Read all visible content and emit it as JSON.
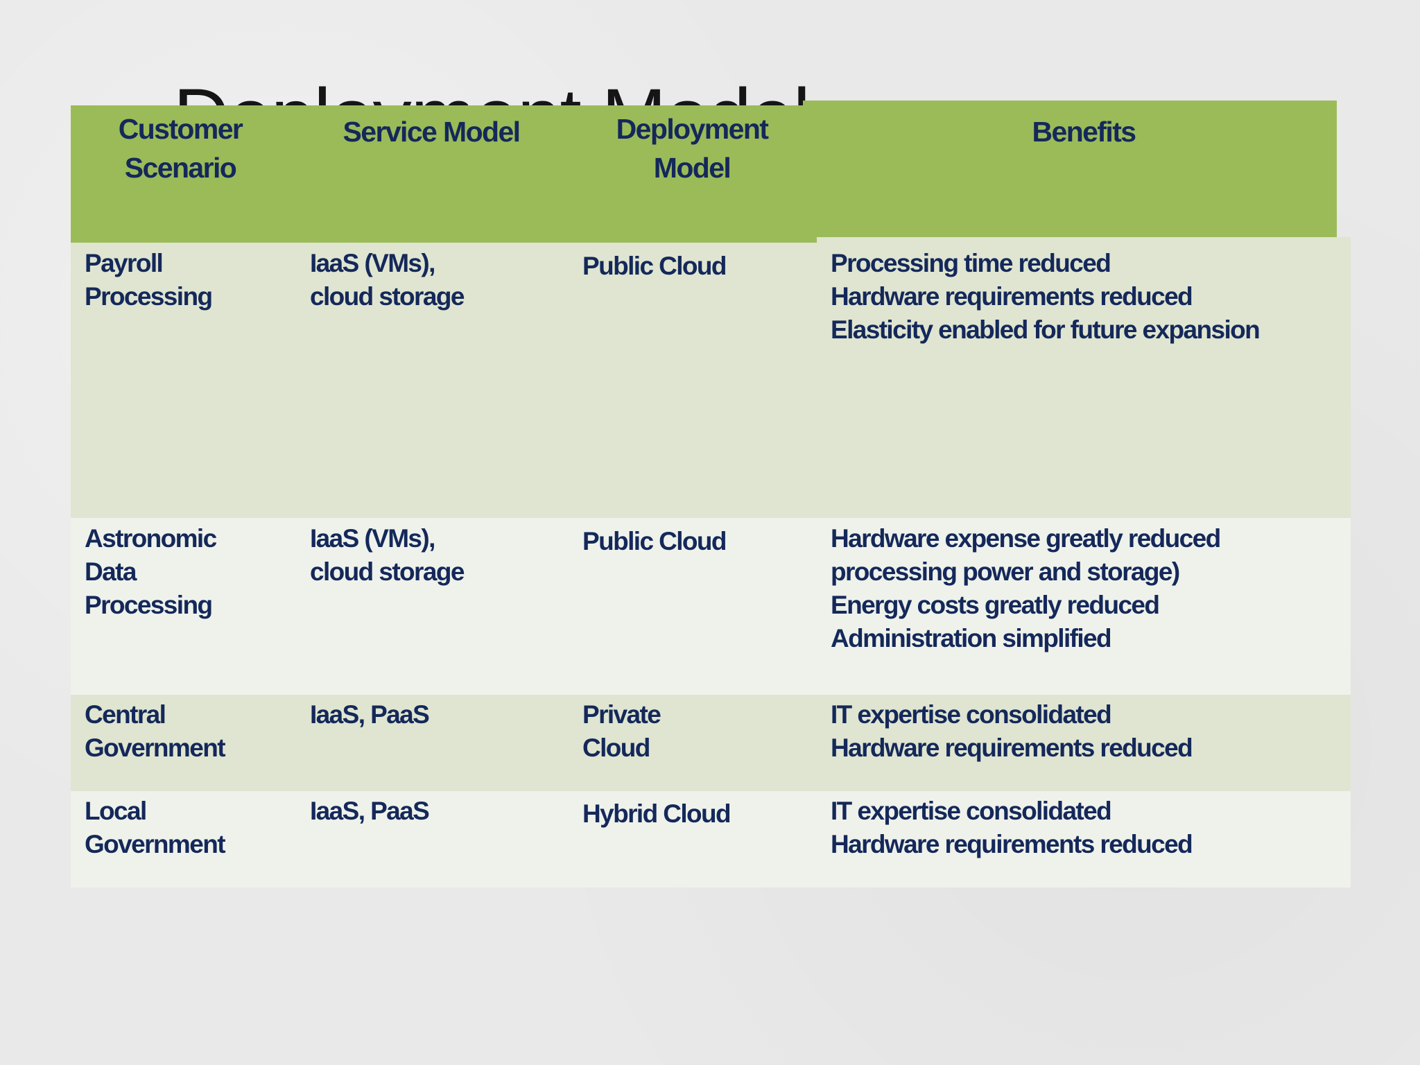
{
  "slide": {
    "title": "Deployment Models"
  },
  "table": {
    "headers": {
      "customer_scenario": [
        "Customer",
        "Scenario"
      ],
      "service_model": [
        "Service Model"
      ],
      "deployment_model": [
        "Deployment",
        "Model"
      ],
      "benefits": [
        "Benefits"
      ]
    },
    "rows": [
      {
        "scenario": [
          "Payroll",
          "Processing"
        ],
        "service": [
          "IaaS (VMs),",
          "cloud storage"
        ],
        "deployment": [
          "Public Cloud"
        ],
        "benefits": [
          "Processing time reduced",
          "Hardware requirements reduced",
          "Elasticity enabled for future expansion"
        ]
      },
      {
        "scenario": [
          "Astronomic",
          "Data",
          "Processing"
        ],
        "service": [
          "IaaS (VMs),",
          "cloud storage"
        ],
        "deployment": [
          "Public Cloud"
        ],
        "benefits": [
          "Hardware expense greatly reduced",
          "processing power and storage)",
          "Energy costs greatly reduced",
          "Administration simplified"
        ]
      },
      {
        "scenario": [
          "Central",
          "Government"
        ],
        "service": [
          "IaaS, PaaS"
        ],
        "deployment": [
          "Private",
          "Cloud"
        ],
        "benefits": [
          "IT expertise consolidated",
          "Hardware requirements reduced"
        ]
      },
      {
        "scenario": [
          "Local",
          "Government"
        ],
        "service": [
          "IaaS, PaaS"
        ],
        "deployment": [
          "Hybrid Cloud"
        ],
        "benefits": [
          "IT expertise consolidated",
          "Hardware requirements reduced"
        ]
      }
    ]
  },
  "colors": {
    "header_green": "#9bbb59",
    "row_dark": "#dfe5d0",
    "row_light": "#eff2eb",
    "text_navy": "#14285a",
    "background": "#e9e9e9"
  }
}
